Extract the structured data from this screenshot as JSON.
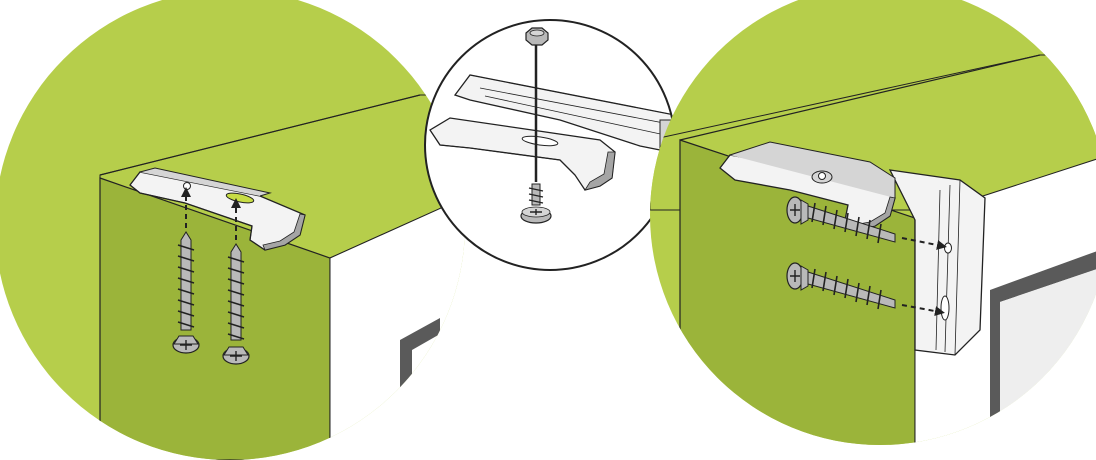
{
  "colors": {
    "green_bg": "#b6ce4b",
    "green_wall": "#9bb43a",
    "green_wall_dark": "#8ea632",
    "outline": "#222222",
    "metal_light": "#f3f3f3",
    "metal_mid": "#d5d5d5",
    "metal_dark": "#a5a5a5",
    "screw": "#b9b9b9",
    "screw_dark": "#6f6f6f",
    "slot_highlight": "#c7dc45",
    "window_frame": "#5a5a5a",
    "window_light": "#eeeeee",
    "background": "#ffffff"
  },
  "panels": [
    {
      "name": "top-mount",
      "description_icon": "bracket-top-screws"
    },
    {
      "name": "bracket-assembly",
      "description_icon": "bracket-bolt-nut"
    },
    {
      "name": "side-mount",
      "description_icon": "bracket-side-screws"
    }
  ]
}
